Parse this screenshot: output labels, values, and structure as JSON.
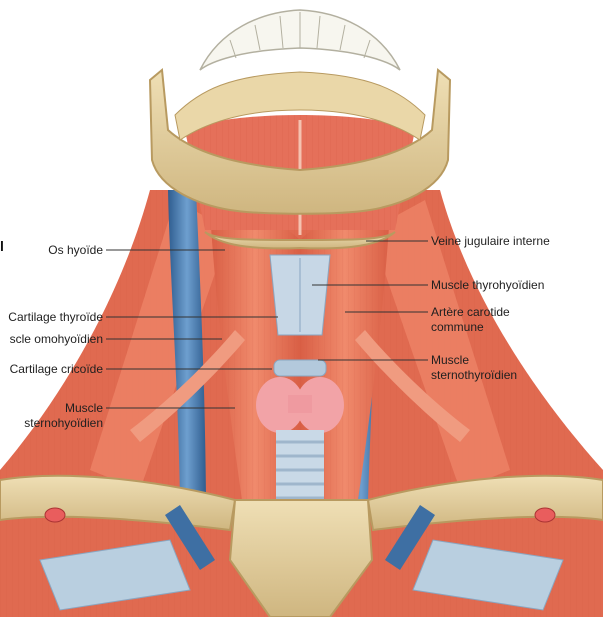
{
  "labels_left": {
    "os_hyoide": "Os hyoïde",
    "cartilage_thyroide": "Cartilage thyroïde",
    "muscle_omohyoidien": "scle omohyoïdien",
    "cartilage_cricoide": "Cartilage cricoïde",
    "muscle_sternohyoidien_1": "Muscle",
    "muscle_sternohyoidien_2": "sternohyoïdien"
  },
  "labels_right": {
    "veine_jugulaire": "Veine jugulaire interne",
    "muscle_thyrohyoidien": "Muscle thyrohyoïdien",
    "artere_carotide_1": "Artère carotide",
    "artere_carotide_2": "commune",
    "muscle_sternothyroidien_1": "Muscle",
    "muscle_sternothyroidien_2": "sternothyroïdien"
  },
  "edge_mark": "l",
  "colors": {
    "bone": "#e3cf9f",
    "bone_shadow": "#c9b07a",
    "muscle": "#e8745a",
    "muscle_dark": "#c9503a",
    "muscle_light": "#f4a48a",
    "vein": "#3e6fa3",
    "vein_light": "#6e9fcf",
    "cartilage": "#b9cfe0",
    "thyroid": "#f2a3a7",
    "leader": "#333333"
  }
}
